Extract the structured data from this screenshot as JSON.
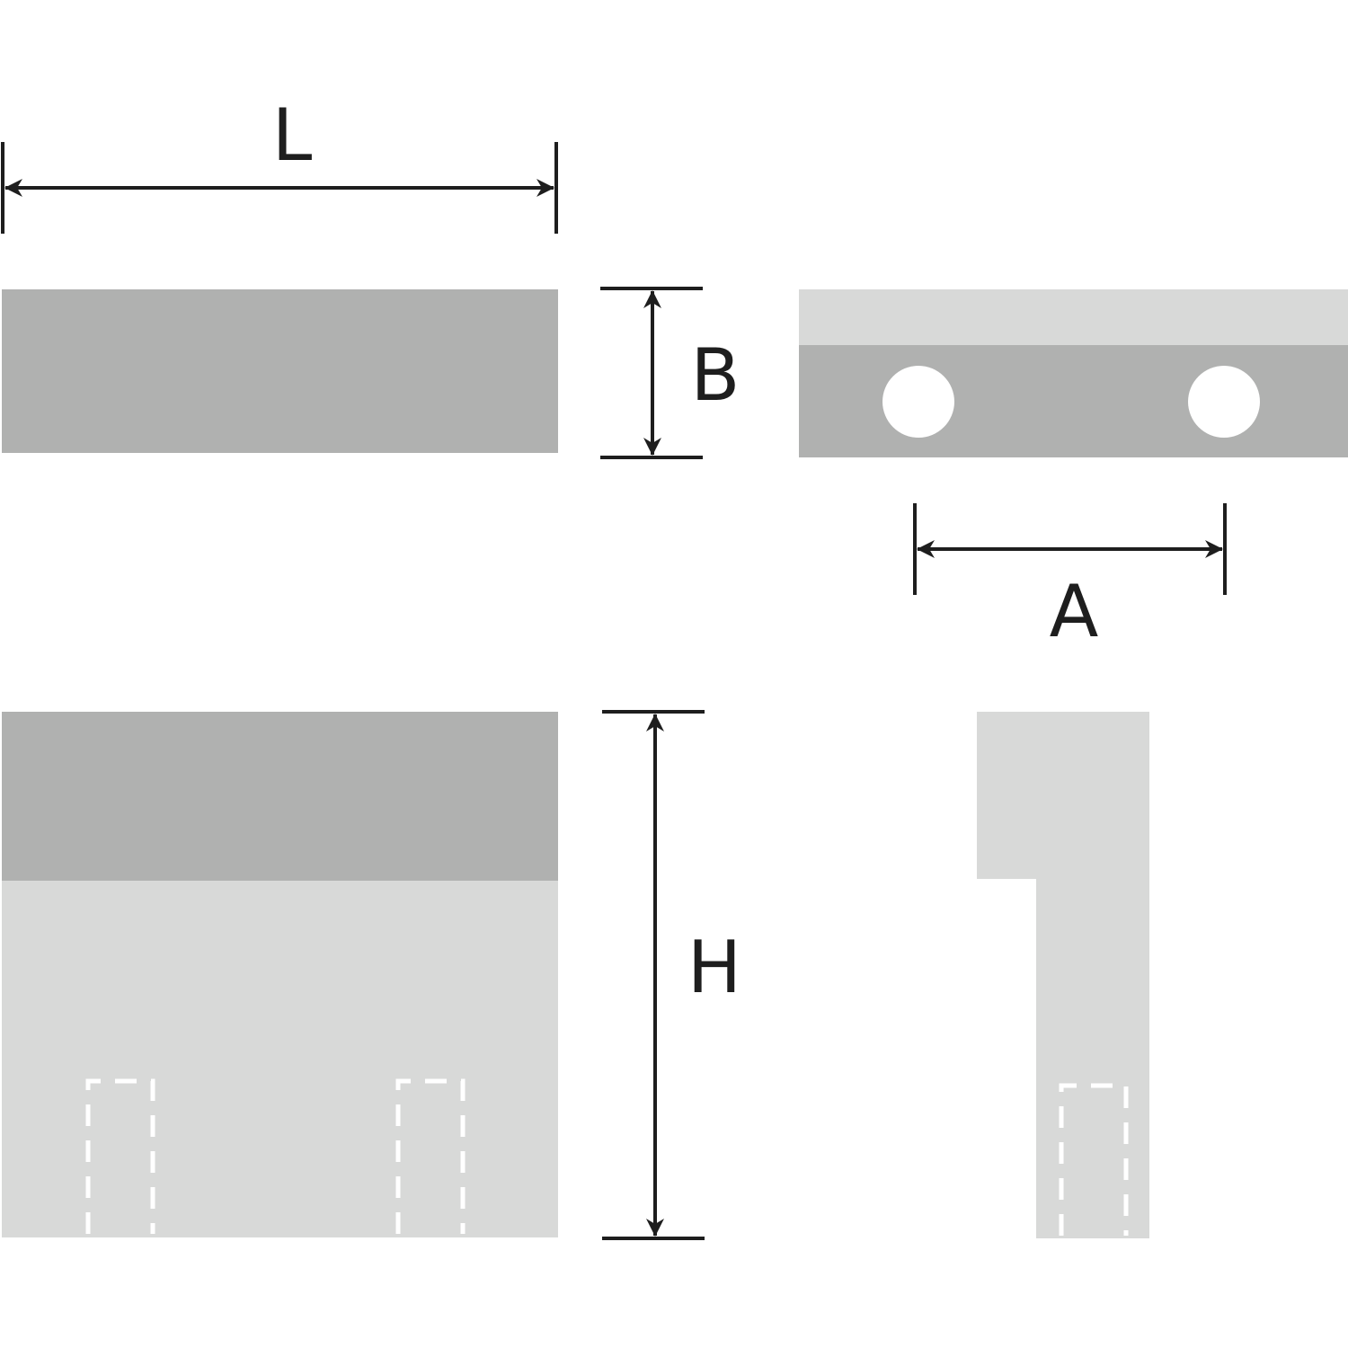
{
  "colors": {
    "background": "#ffffff",
    "dark_face": "#b0b1b0",
    "light_face": "#d8d9d8",
    "line": "#1e1e1e",
    "hole": "#ffffff",
    "hidden_line": "#ffffff"
  },
  "dimensions": {
    "length": "L",
    "width": "B",
    "height": "H",
    "hole_spacing": "A"
  },
  "views": {
    "top": {
      "holes": 0
    },
    "end": {
      "holes": 2
    },
    "front": {
      "hidden_pockets": 2
    },
    "side": {
      "hidden_pockets": 1
    }
  }
}
